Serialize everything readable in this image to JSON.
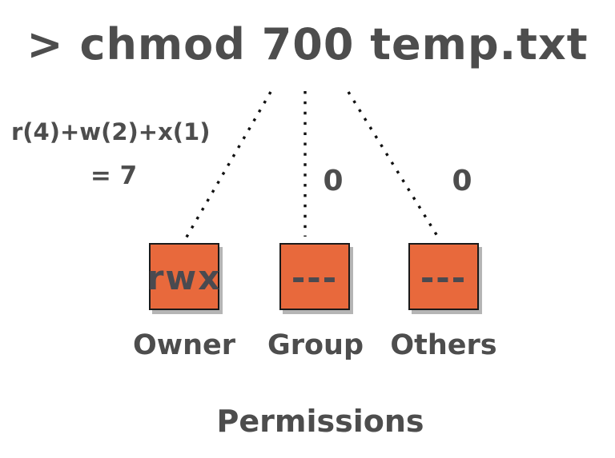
{
  "title": {
    "text": "> chmod 700 temp.txt"
  },
  "annotations": {
    "owner_formula": "r(4)+w(2)+x(1)",
    "owner_result": "= 7",
    "group_digit": "0",
    "others_digit": "0"
  },
  "boxes": [
    {
      "value": "rwx",
      "label": "Owner"
    },
    {
      "value": "---",
      "label": "Group"
    },
    {
      "value": "---",
      "label": "Others"
    }
  ],
  "caption": "Permissions",
  "colors": {
    "box_fill": "#E8693C",
    "box_border": "#1A1A1A",
    "text": "#4D4D4D",
    "connector_dots": "#111111",
    "background": "#FFFFFF",
    "shadow": "#B5B5B5"
  }
}
